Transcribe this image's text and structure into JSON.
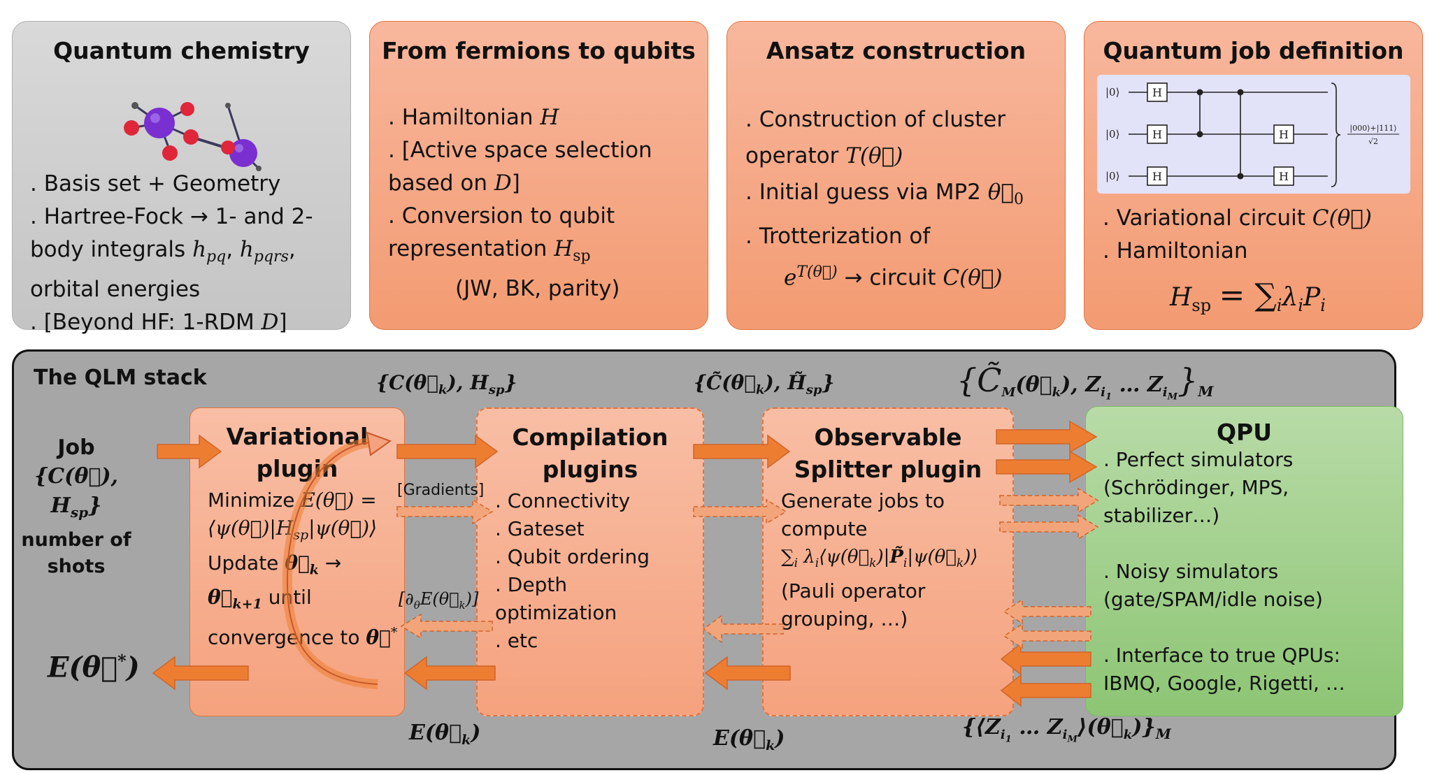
{
  "top_panels": [
    {
      "title": "Quantum chemistry",
      "lines": [
        ". Basis set + Geometry",
        ". Hartree-Fock → 1- and 2-",
        "body integrals",
        "h",
        "pq",
        ", ",
        "pqrs",
        ",",
        "orbital energies",
        ". [Beyond HF: 1-RDM",
        "D",
        "]"
      ]
    },
    {
      "title": "From fermions to qubits",
      "lines": [
        ". Hamiltonian",
        "H",
        ". [Active space selection",
        "based on",
        "D",
        "]",
        ". Conversion to qubit",
        "representation",
        "sp",
        "(JW, BK, parity)"
      ]
    },
    {
      "title": "Ansatz construction",
      "lines": [
        ". Construction of cluster",
        "operator",
        "T(θ⃗)",
        ". Initial guess via MP2",
        "θ⃗",
        "0",
        ". Trotterization of",
        "e",
        "T(θ⃗)",
        "→ circuit",
        "C(θ⃗)"
      ]
    },
    {
      "title": "Quantum job definition",
      "lines": [
        ". Variational circuit",
        "C(θ⃗)",
        ". Hamiltonian",
        "H",
        "sp",
        "= ∑",
        "i",
        "λ",
        "P"
      ]
    }
  ],
  "circuit": {
    "ket": "|0⟩",
    "gate": "H",
    "output_numerator": "|000⟩+|111⟩",
    "output_denominator": "√2"
  },
  "stack": {
    "title": "The QLM stack",
    "job": {
      "line1": "Job",
      "line2": "{C(θ⃗), H",
      "line2_sub": "sp",
      "line2_end": "}",
      "line3": "number of",
      "line4": "shots"
    },
    "result": {
      "e": "E",
      "theta": "θ⃗",
      "star": "*"
    },
    "plugins": [
      {
        "title": "Variational plugin",
        "title1": "Variational",
        "title2": "plugin",
        "lines": [
          "Minimize",
          "E(θ⃗) =",
          "⟨ψ(θ⃗)|H",
          "sp",
          "|ψ(θ⃗)⟩",
          "Update",
          "θ⃗",
          "k",
          "→",
          "θ⃗",
          "k+1",
          "until",
          "convergence to",
          "θ⃗",
          "*"
        ]
      },
      {
        "title": "Compilation plugins",
        "title1": "Compilation",
        "title2": "plugins",
        "lines": [
          ". Connectivity",
          ". Gateset",
          ". Qubit ordering",
          ". Depth",
          "optimization",
          ". etc"
        ]
      },
      {
        "title": "Observable Splitter plugin",
        "title1": "Observable",
        "title2": "Splitter plugin",
        "lines": [
          "Generate jobs to",
          "compute",
          "∑",
          "i",
          "λ",
          "i",
          "⟨ψ(θ⃗",
          "k",
          ")|",
          "P̃",
          "i",
          "|ψ(θ⃗",
          "k",
          ")⟩",
          "(Pauli operator",
          "grouping, …)"
        ]
      }
    ],
    "qpu": {
      "title": "QPU",
      "lines": [
        ". Perfect simulators",
        "(Schrödinger, MPS,",
        "stabilizer…)",
        ". Noisy simulators",
        "(gate/SPAM/idle noise)",
        ". Interface to true QPUs:",
        "IBMQ, Google, Rigetti, …"
      ]
    },
    "flow_labels": {
      "above_1": "{C(θ⃗",
      "above_1_sub": "k",
      "above_1_end": "), H",
      "above_1_sub2": "sp",
      "above_1_close": "}",
      "above_2": "{C̃(θ⃗",
      "above_2_sub": "k",
      "above_2_end": "), H̃",
      "above_2_sub2": "sp",
      "above_2_close": "}",
      "above_3": "{C̃",
      "above_3_subM": "M",
      "above_3_mid": "(θ⃗",
      "above_3_sub": "k",
      "above_3_end": "), Z",
      "above_3_i1": "i",
      "above_3_one": "1",
      "above_3_dots": "… Z",
      "above_3_iM": "i",
      "above_3_Msub": "M",
      "above_3_close": "}",
      "above_3_outerM": "M",
      "gradients": "[Gradients]",
      "dtheta": "[∂",
      "dtheta_sub": "θ",
      "dtheta_mid": "E(θ⃗",
      "dtheta_k": "k",
      "dtheta_close": ")]",
      "below_1": "E(θ⃗",
      "below_1_sub": "k",
      "below_1_close": ")",
      "below_2": "E(θ⃗",
      "below_2_sub": "k",
      "below_2_close": ")",
      "below_3": "{⟨Z",
      "below_3_i1": "i",
      "below_3_one": "1",
      "below_3_dots": "… Z",
      "below_3_iM": "i",
      "below_3_M": "M",
      "below_3_mid": "⟩(θ⃗",
      "below_3_k": "k",
      "below_3_close": ")}",
      "below_3_outerM": "M"
    }
  },
  "colors": {
    "orange_fill": "#f39b72",
    "orange_border": "#e0743f",
    "arrow": "#ed7d31",
    "grey_box": "#c8c8c8",
    "stack_bg": "#a6a6a6",
    "qpu_green": "#9fce88",
    "molecule_purple": "#7a2fd0",
    "molecule_red": "#e0263a"
  }
}
